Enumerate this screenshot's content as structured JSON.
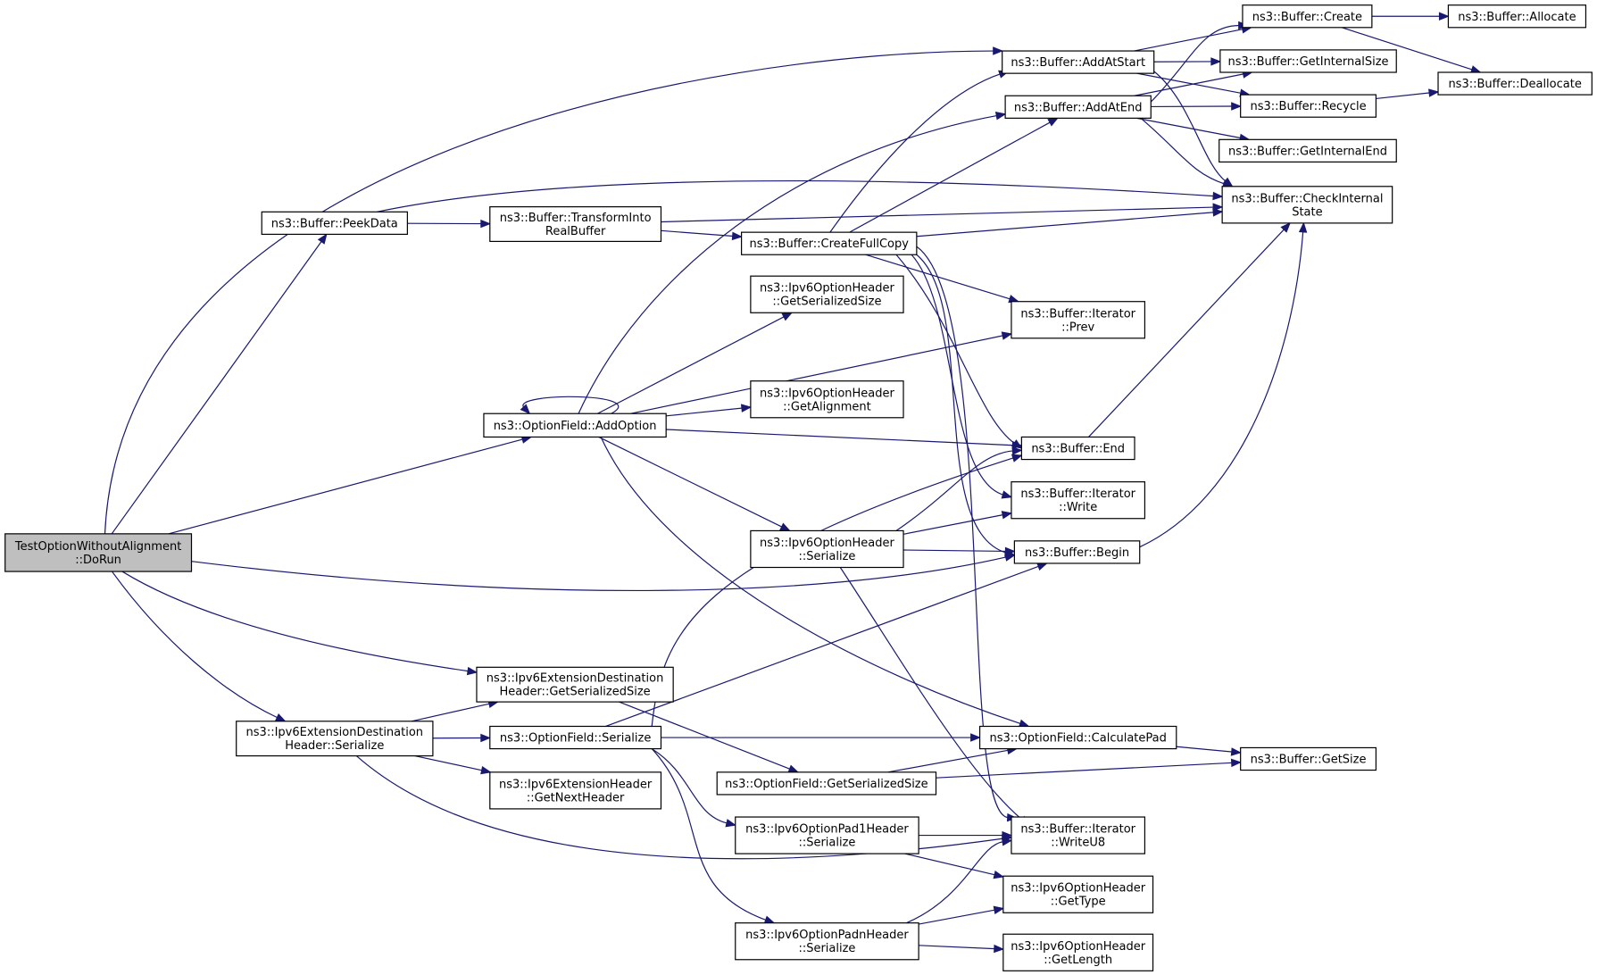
{
  "diagram": {
    "nodes": [
      {
        "id": "doRun",
        "lines": [
          "TestOptionWithoutAlignment",
          "::DoRun"
        ],
        "root": true
      },
      {
        "id": "peekData",
        "lines": [
          "ns3::Buffer::PeekData"
        ]
      },
      {
        "id": "transformInto",
        "lines": [
          "ns3::Buffer::TransformInto",
          "RealBuffer"
        ]
      },
      {
        "id": "createFullCopy",
        "lines": [
          "ns3::Buffer::CreateFullCopy"
        ]
      },
      {
        "id": "addAtStart",
        "lines": [
          "ns3::Buffer::AddAtStart"
        ]
      },
      {
        "id": "addAtEnd",
        "lines": [
          "ns3::Buffer::AddAtEnd"
        ]
      },
      {
        "id": "create",
        "lines": [
          "ns3::Buffer::Create"
        ]
      },
      {
        "id": "allocate",
        "lines": [
          "ns3::Buffer::Allocate"
        ]
      },
      {
        "id": "deallocate",
        "lines": [
          "ns3::Buffer::Deallocate"
        ]
      },
      {
        "id": "getInternalSize",
        "lines": [
          "ns3::Buffer::GetInternalSize"
        ]
      },
      {
        "id": "recycle",
        "lines": [
          "ns3::Buffer::Recycle"
        ]
      },
      {
        "id": "getInternalEnd",
        "lines": [
          "ns3::Buffer::GetInternalEnd"
        ]
      },
      {
        "id": "checkInternal",
        "lines": [
          "ns3::Buffer::CheckInternal",
          "State"
        ]
      },
      {
        "id": "addOption",
        "lines": [
          "ns3::OptionField::AddOption"
        ]
      },
      {
        "id": "optGetSerializedSize",
        "lines": [
          "ns3::Ipv6OptionHeader",
          "::GetSerializedSize"
        ]
      },
      {
        "id": "optGetAlignment",
        "lines": [
          "ns3::Ipv6OptionHeader",
          "::GetAlignment"
        ]
      },
      {
        "id": "optSerialize",
        "lines": [
          "ns3::Ipv6OptionHeader",
          "::Serialize"
        ]
      },
      {
        "id": "iterPrev",
        "lines": [
          "ns3::Buffer::Iterator",
          "::Prev"
        ]
      },
      {
        "id": "bufEnd",
        "lines": [
          "ns3::Buffer::End"
        ]
      },
      {
        "id": "iterWrite",
        "lines": [
          "ns3::Buffer::Iterator",
          "::Write"
        ]
      },
      {
        "id": "bufBegin",
        "lines": [
          "ns3::Buffer::Begin"
        ]
      },
      {
        "id": "extDestGetSize",
        "lines": [
          "ns3::Ipv6ExtensionDestination",
          "Header::GetSerializedSize"
        ]
      },
      {
        "id": "extDestSerialize",
        "lines": [
          "ns3::Ipv6ExtensionDestination",
          "Header::Serialize"
        ]
      },
      {
        "id": "ofSerialize",
        "lines": [
          "ns3::OptionField::Serialize"
        ]
      },
      {
        "id": "ofGetSerializedSize",
        "lines": [
          "ns3::OptionField::GetSerializedSize"
        ]
      },
      {
        "id": "calculatePad",
        "lines": [
          "ns3::OptionField::CalculatePad"
        ]
      },
      {
        "id": "getSize",
        "lines": [
          "ns3::Buffer::GetSize"
        ]
      },
      {
        "id": "extGetNextHeader",
        "lines": [
          "ns3::Ipv6ExtensionHeader",
          "::GetNextHeader"
        ]
      },
      {
        "id": "pad1Serialize",
        "lines": [
          "ns3::Ipv6OptionPad1Header",
          "::Serialize"
        ]
      },
      {
        "id": "padnSerialize",
        "lines": [
          "ns3::Ipv6OptionPadnHeader",
          "::Serialize"
        ]
      },
      {
        "id": "writeU8",
        "lines": [
          "ns3::Buffer::Iterator",
          "::WriteU8"
        ]
      },
      {
        "id": "getType",
        "lines": [
          "ns3::Ipv6OptionHeader",
          "::GetType"
        ]
      },
      {
        "id": "getLength",
        "lines": [
          "ns3::Ipv6OptionHeader",
          "::GetLength"
        ]
      }
    ],
    "edges": [
      [
        "doRun",
        "addAtStart"
      ],
      [
        "doRun",
        "peekData"
      ],
      [
        "doRun",
        "addOption"
      ],
      [
        "doRun",
        "bufBegin"
      ],
      [
        "doRun",
        "extDestGetSize"
      ],
      [
        "doRun",
        "extDestSerialize"
      ],
      [
        "peekData",
        "transformInto"
      ],
      [
        "peekData",
        "checkInternal"
      ],
      [
        "transformInto",
        "createFullCopy"
      ],
      [
        "transformInto",
        "checkInternal"
      ],
      [
        "createFullCopy",
        "addAtStart"
      ],
      [
        "createFullCopy",
        "addAtEnd"
      ],
      [
        "createFullCopy",
        "checkInternal"
      ],
      [
        "createFullCopy",
        "iterPrev"
      ],
      [
        "createFullCopy",
        "bufEnd"
      ],
      [
        "createFullCopy",
        "iterWrite"
      ],
      [
        "createFullCopy",
        "bufBegin"
      ],
      [
        "createFullCopy",
        "writeU8"
      ],
      [
        "addAtStart",
        "create"
      ],
      [
        "addAtStart",
        "getInternalSize"
      ],
      [
        "addAtStart",
        "recycle"
      ],
      [
        "addAtStart",
        "checkInternal"
      ],
      [
        "addAtEnd",
        "create"
      ],
      [
        "addAtEnd",
        "getInternalSize"
      ],
      [
        "addAtEnd",
        "recycle"
      ],
      [
        "addAtEnd",
        "getInternalEnd"
      ],
      [
        "addAtEnd",
        "checkInternal"
      ],
      [
        "create",
        "allocate"
      ],
      [
        "create",
        "deallocate"
      ],
      [
        "recycle",
        "deallocate"
      ],
      [
        "addOption",
        "addOption"
      ],
      [
        "addOption",
        "addAtEnd"
      ],
      [
        "addOption",
        "optGetSerializedSize"
      ],
      [
        "addOption",
        "iterPrev"
      ],
      [
        "addOption",
        "optGetAlignment"
      ],
      [
        "addOption",
        "bufEnd"
      ],
      [
        "addOption",
        "optSerialize"
      ],
      [
        "addOption",
        "calculatePad"
      ],
      [
        "optSerialize",
        "bufEnd"
      ],
      [
        "optSerialize",
        "iterWrite"
      ],
      [
        "optSerialize",
        "bufBegin"
      ],
      [
        "optSerialize",
        "writeU8"
      ],
      [
        "bufEnd",
        "checkInternal"
      ],
      [
        "bufBegin",
        "checkInternal"
      ],
      [
        "extDestGetSize",
        "ofGetSerializedSize"
      ],
      [
        "extDestSerialize",
        "extDestGetSize"
      ],
      [
        "extDestSerialize",
        "ofSerialize"
      ],
      [
        "extDestSerialize",
        "extGetNextHeader"
      ],
      [
        "extDestSerialize",
        "writeU8"
      ],
      [
        "ofSerialize",
        "bufEnd"
      ],
      [
        "ofSerialize",
        "bufBegin"
      ],
      [
        "ofSerialize",
        "calculatePad"
      ],
      [
        "ofSerialize",
        "pad1Serialize"
      ],
      [
        "ofSerialize",
        "padnSerialize"
      ],
      [
        "ofGetSerializedSize",
        "calculatePad"
      ],
      [
        "ofGetSerializedSize",
        "getSize"
      ],
      [
        "calculatePad",
        "getSize"
      ],
      [
        "pad1Serialize",
        "writeU8"
      ],
      [
        "pad1Serialize",
        "getType"
      ],
      [
        "padnSerialize",
        "writeU8"
      ],
      [
        "padnSerialize",
        "getType"
      ],
      [
        "padnSerialize",
        "getLength"
      ]
    ]
  }
}
